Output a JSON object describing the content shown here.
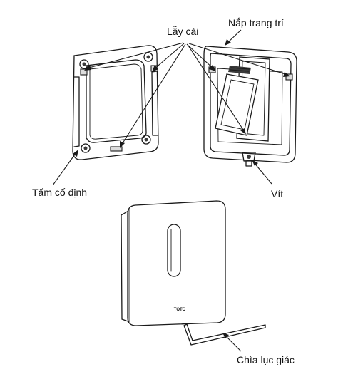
{
  "labels": {
    "latch": "Lẫy cài",
    "cover": "Nắp trang trí",
    "plate": "Tấm cố định",
    "screw": "Vít",
    "hex_key": "Chìa lục giác",
    "logo": "TOTO"
  }
}
